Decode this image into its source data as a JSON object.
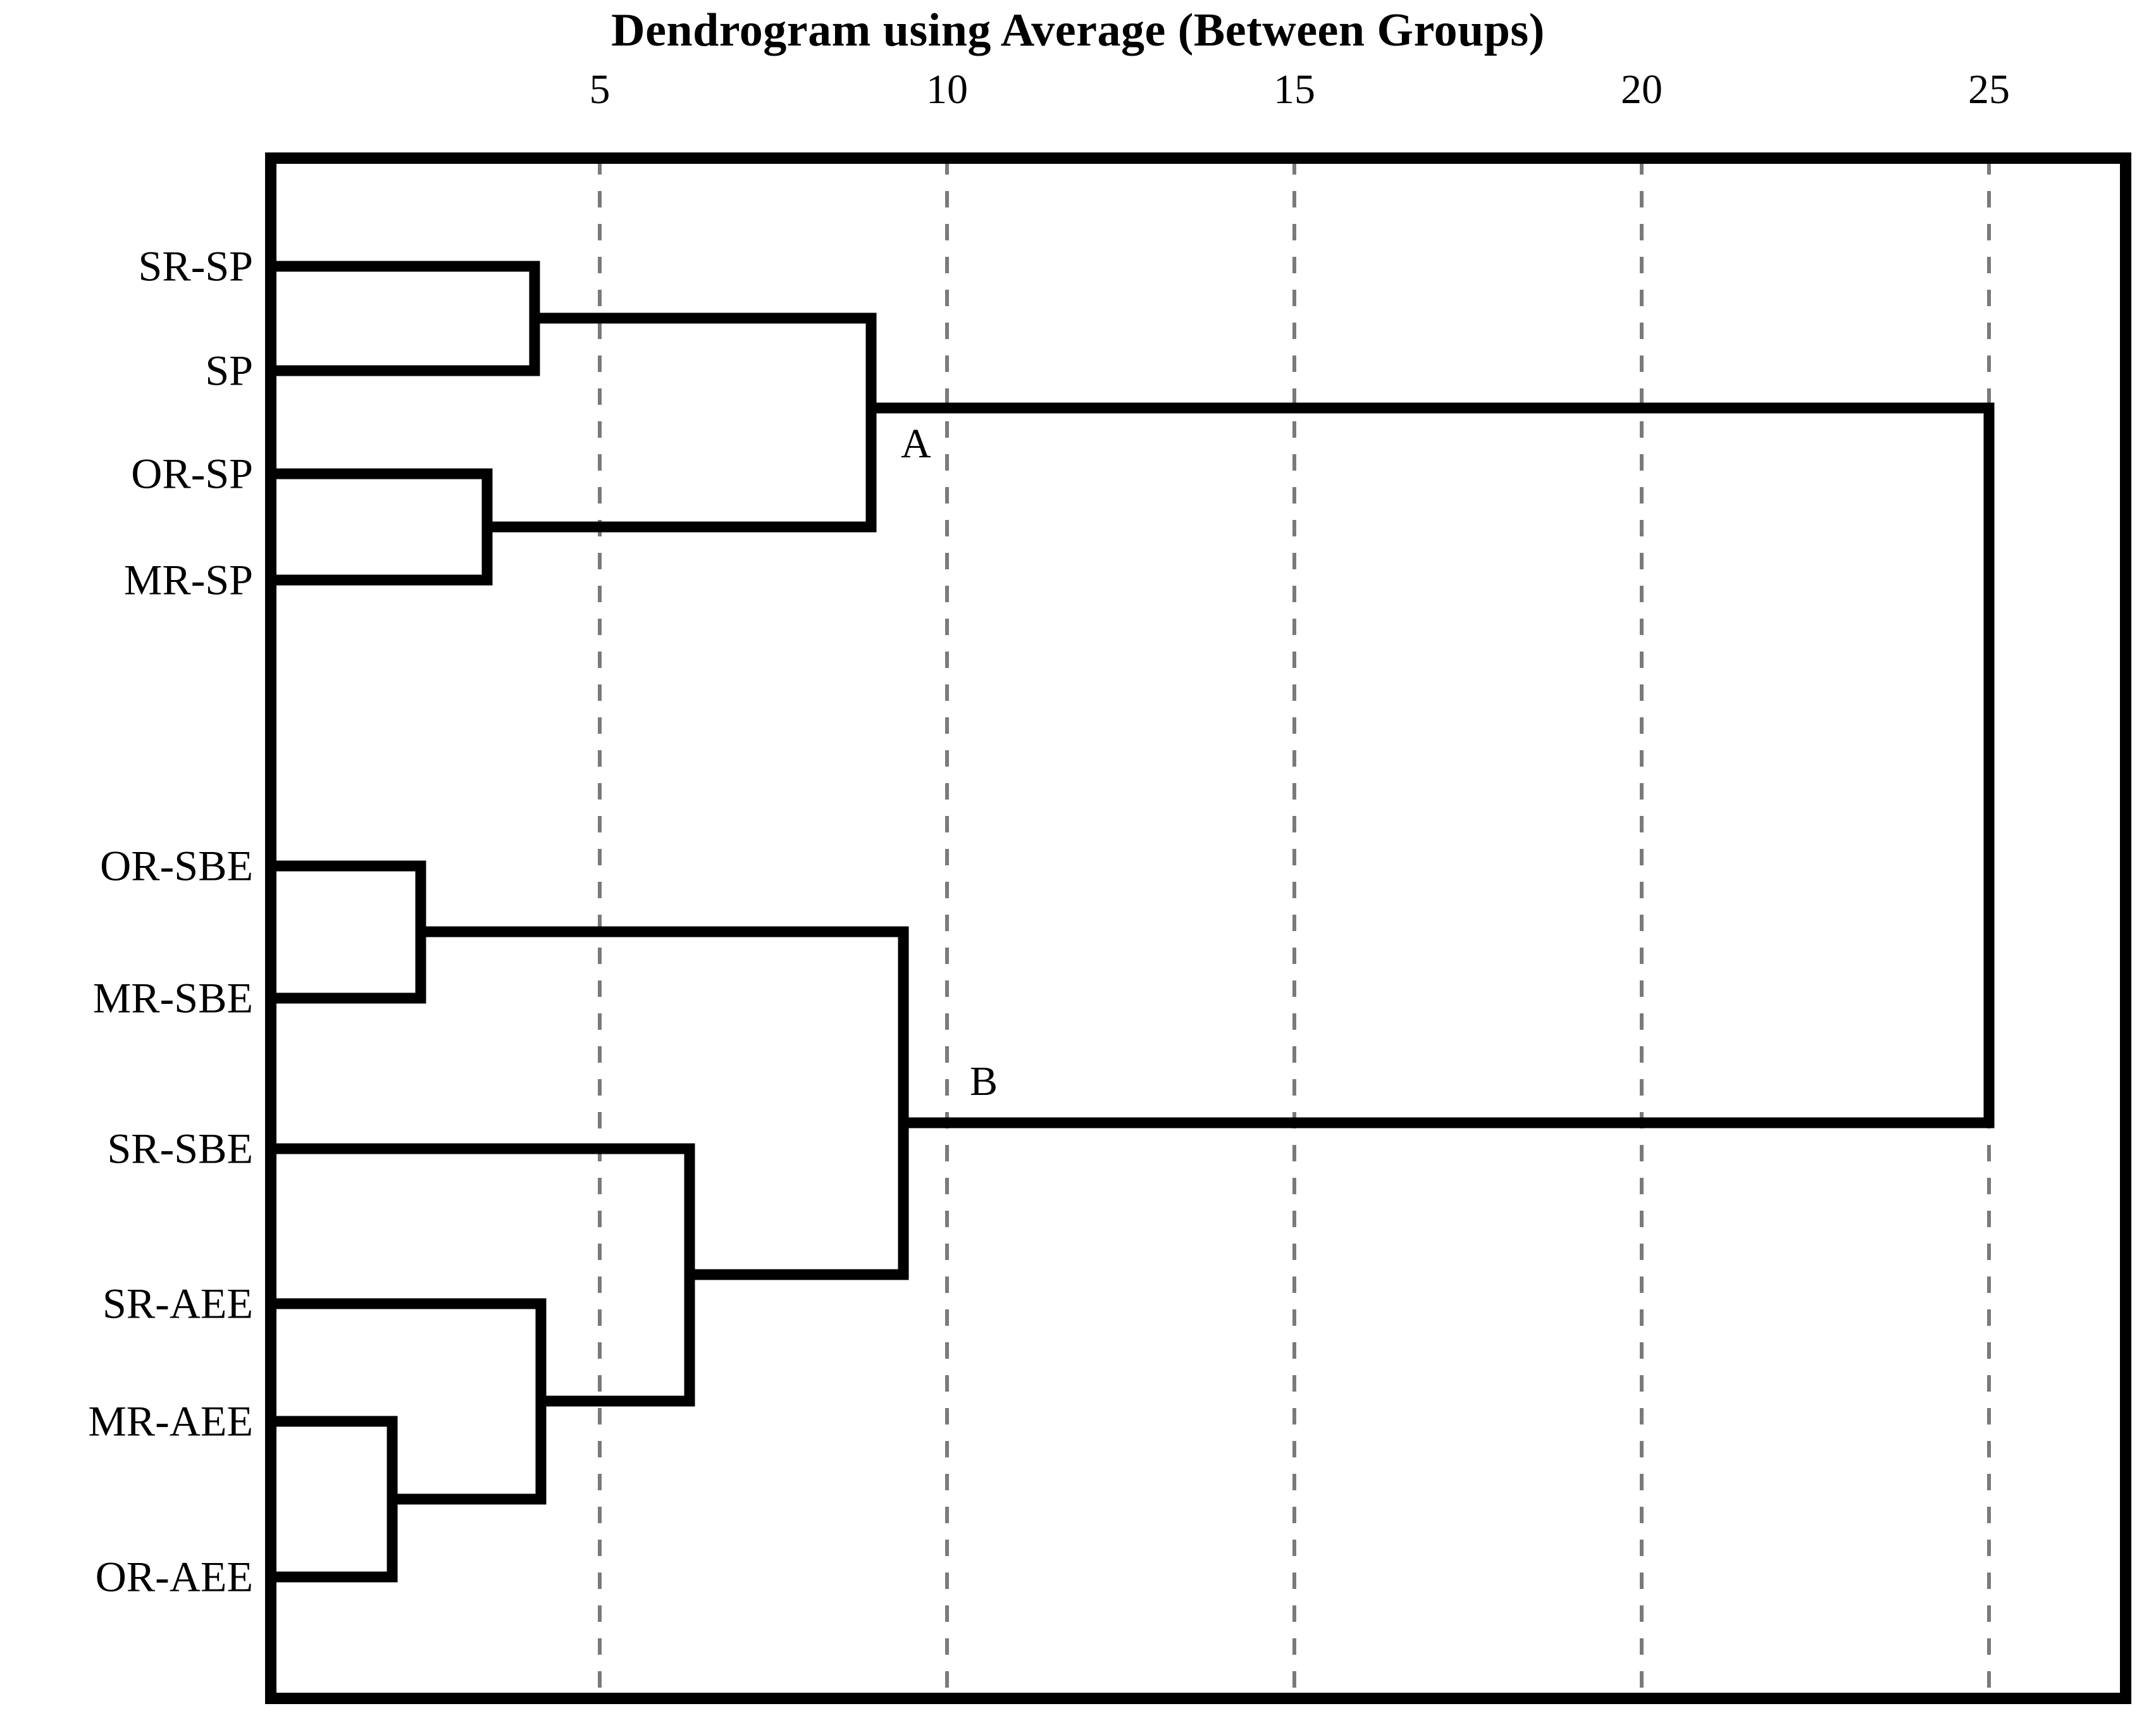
{
  "chart_data": {
    "type": "dendrogram",
    "title": "Dendrogram using Average (Between Groups)",
    "xlabel": "",
    "ylabel": "",
    "xlim": [
      0,
      26.7
    ],
    "axis_ticks": [
      5,
      10,
      15,
      20,
      25
    ],
    "grid": "vertical dashed gridlines at each tick",
    "legend": "none",
    "leaves": [
      "SR-SP",
      "SP",
      "OR-SP",
      "MR-SP",
      "OR-SBE",
      "MR-SBE",
      "SR-SBE",
      "SR-AEE",
      "MR-AEE",
      "OR-AEE"
    ],
    "merges": [
      {
        "id": "n1",
        "children": [
          "SR-SP",
          "SP"
        ],
        "distance": 4.1
      },
      {
        "id": "n2",
        "children": [
          "OR-SP",
          "MR-SP"
        ],
        "distance": 3.4
      },
      {
        "id": "A",
        "children": [
          "n1",
          "n2"
        ],
        "distance": 8.9,
        "label": "A"
      },
      {
        "id": "n4",
        "children": [
          "OR-SBE",
          "MR-SBE"
        ],
        "distance": 2.4
      },
      {
        "id": "n5",
        "children": [
          "MR-AEE",
          "OR-AEE"
        ],
        "distance": 2.0
      },
      {
        "id": "n6",
        "children": [
          "SR-AEE",
          "n5"
        ],
        "distance": 4.2
      },
      {
        "id": "n7",
        "children": [
          "SR-SBE",
          "n6"
        ],
        "distance": 6.3
      },
      {
        "id": "B",
        "children": [
          "n4",
          "n7"
        ],
        "distance": 9.4,
        "label": "B"
      },
      {
        "id": "root",
        "children": [
          "A",
          "B"
        ],
        "distance": 25.0
      }
    ],
    "cluster_annotations": [
      {
        "label": "A",
        "distance": 8.9
      },
      {
        "label": "B",
        "distance": 9.4
      }
    ],
    "colors": {
      "line": "#000000",
      "grid": "#7a7a7a",
      "frame": "#000000",
      "background": "#ffffff"
    }
  }
}
